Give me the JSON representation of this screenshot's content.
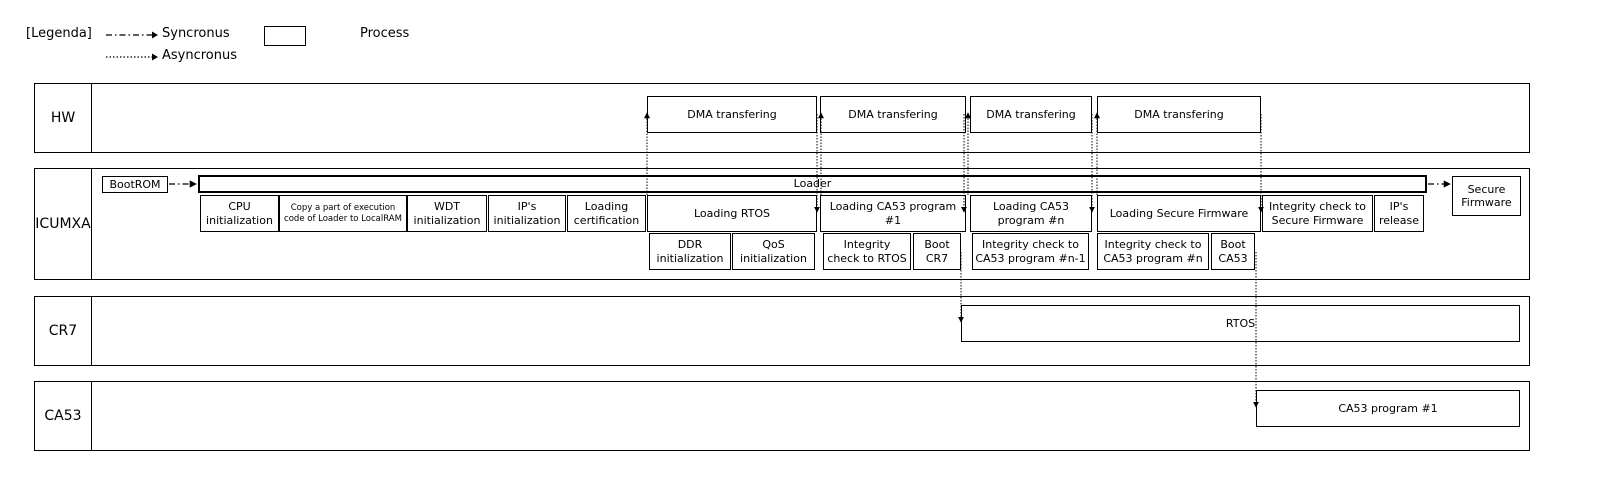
{
  "legend": {
    "title": "[Legenda]",
    "sync_label": "Syncronus",
    "async_label": "Asyncronus",
    "process_label": "Process"
  },
  "lanes": {
    "hw": "HW",
    "icumxa": "ICUMXA",
    "cr7": "CR7",
    "ca53": "CA53"
  },
  "hw": {
    "dma1": "DMA transfering",
    "dma2": "DMA transfering",
    "dma3": "DMA transfering",
    "dma4": "DMA transfering"
  },
  "icumxa": {
    "bootrom": "BootROM",
    "loader": "Loader",
    "secure_firmware": "Secure Firmware",
    "cpu_init": "CPU initialization",
    "copy_loader": "Copy a part of execution code of Loader to LocalRAM",
    "wdt_init": "WDT initialization",
    "ip_init": "IP's initialization",
    "loading_cert": "Loading certification",
    "loading_rtos": "Loading RTOS",
    "loading_ca53_1": "Loading CA53 program #1",
    "loading_ca53_n": "Loading CA53 program #n",
    "loading_secure_fw": "Loading Secure Firmware",
    "integrity_secure_fw": "Integrity check to Secure Firmware",
    "ip_release": "IP's release",
    "ddr_init": "DDR initialization",
    "qos_init": "QoS initialization",
    "integrity_rtos": "Integrity check to RTOS",
    "boot_cr7": "Boot CR7",
    "integrity_ca53_n1": "Integrity check to CA53 program #n-1",
    "integrity_ca53_n": "Integrity check to CA53 program #n",
    "boot_ca53": "Boot CA53"
  },
  "cr7": {
    "rtos": "RTOS"
  },
  "ca53": {
    "program1": "CA53 program #1"
  }
}
